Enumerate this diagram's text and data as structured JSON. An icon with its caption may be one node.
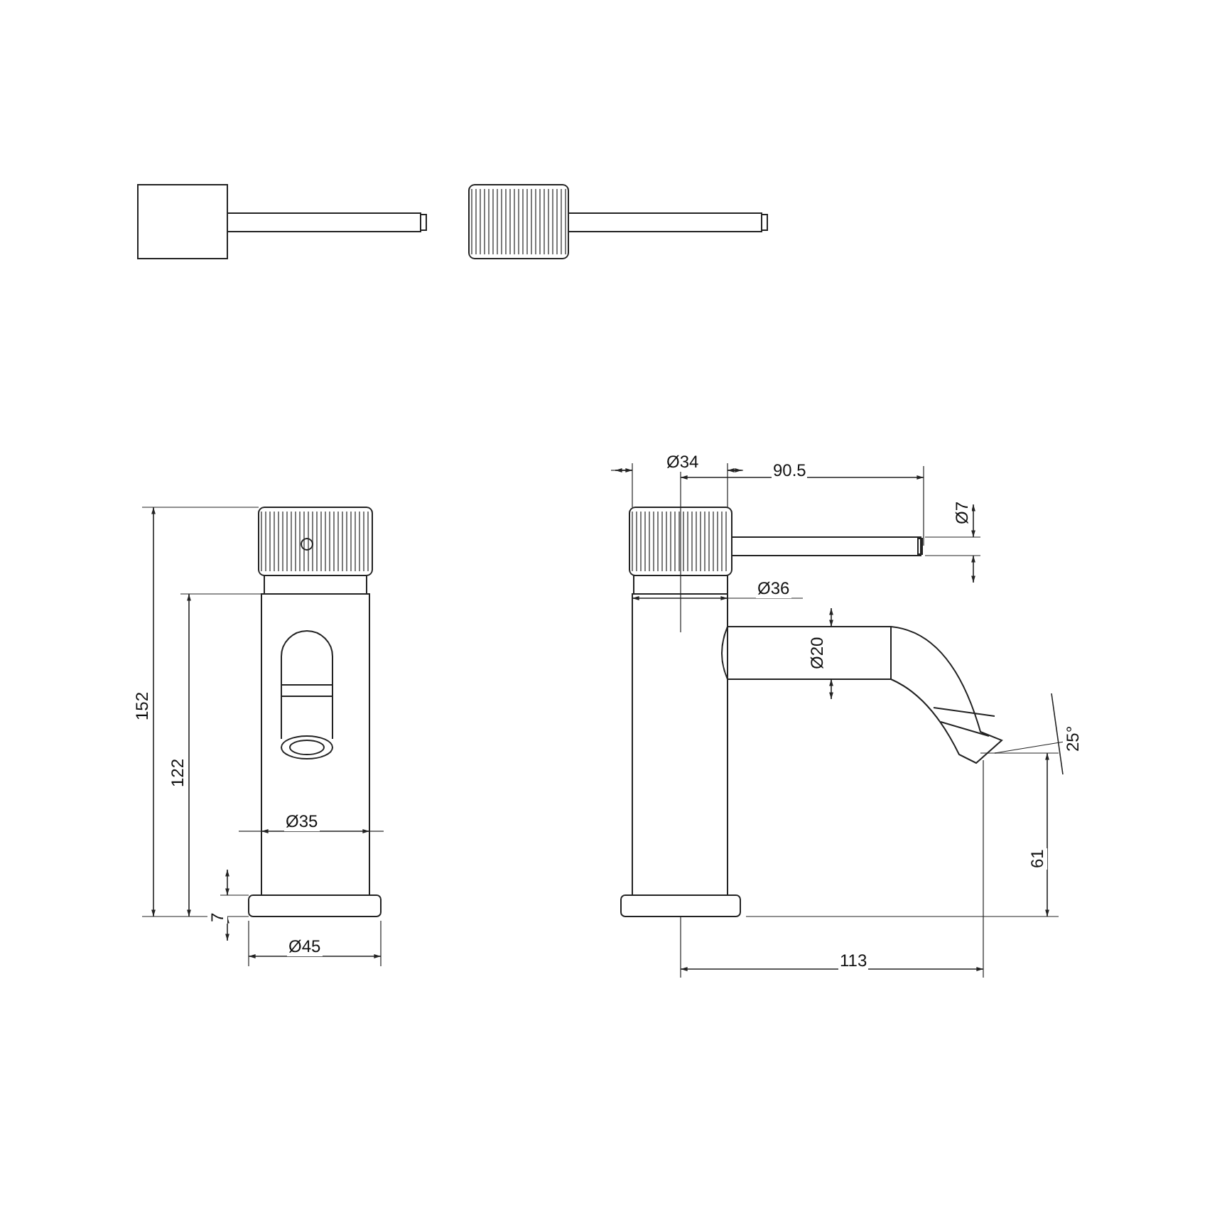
{
  "diagram": {
    "labels": [
      "Ø34",
      "90.5",
      "Ø7",
      "152",
      "Ø36",
      "Ø20",
      "122",
      "25°",
      "Ø35",
      "61",
      "7",
      "Ø45",
      "113"
    ]
  }
}
